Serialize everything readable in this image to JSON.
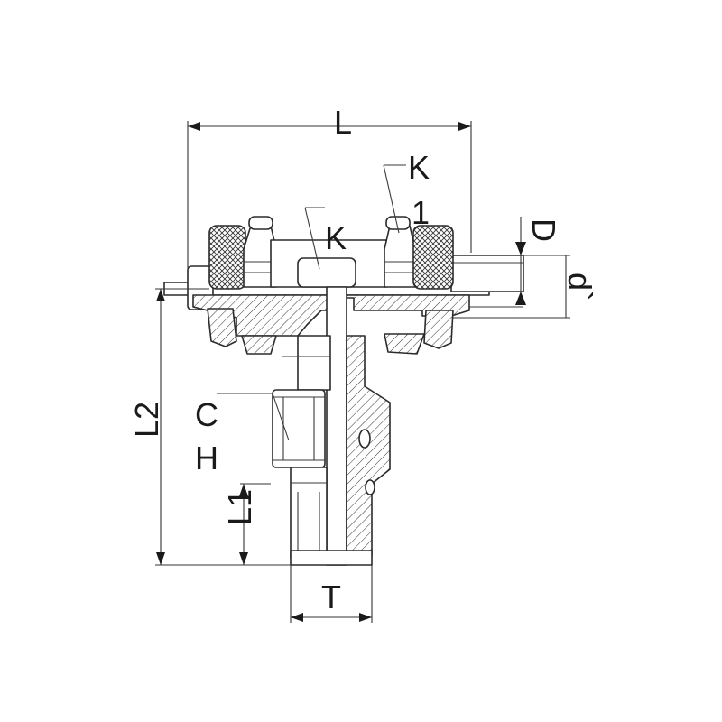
{
  "labels": {
    "L": "L",
    "K_top": "K",
    "one": "1",
    "K_mid": "K",
    "D": "D",
    "d_prime": "d`",
    "L2": "L2",
    "C": "C",
    "H": "H",
    "L1": "L1",
    "T": "T"
  },
  "colors": {
    "line": "#2b2b2b",
    "background": "#ffffff"
  }
}
